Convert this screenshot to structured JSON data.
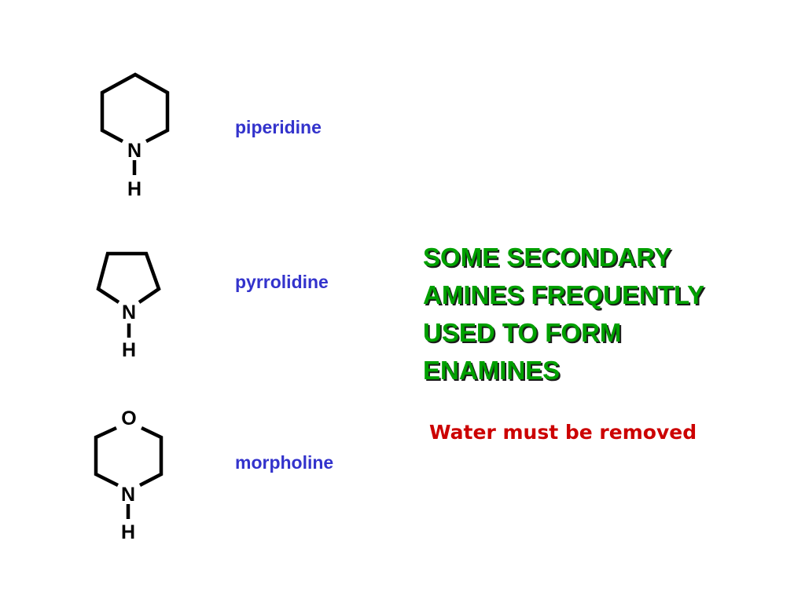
{
  "compounds": [
    {
      "name": "piperidine",
      "ring_size": 6,
      "heteroatoms": [
        "N"
      ],
      "labels": [
        "N",
        "H"
      ]
    },
    {
      "name": "pyrrolidine",
      "ring_size": 5,
      "heteroatoms": [
        "N"
      ],
      "labels": [
        "N",
        "H"
      ]
    },
    {
      "name": "morpholine",
      "ring_size": 6,
      "heteroatoms": [
        "O",
        "N"
      ],
      "labels": [
        "O",
        "N",
        "H"
      ]
    }
  ],
  "heading": {
    "lines": [
      "SOME SECONDARY",
      "AMINES FREQUENTLY",
      "USED TO FORM",
      "ENAMINES"
    ]
  },
  "note": "Water must be removed",
  "colors": {
    "compound_name": "#3333cc",
    "heading": "#00a000",
    "heading_shadow": "#1a1a1a",
    "note": "#cc0000",
    "bonds": "#000000"
  }
}
